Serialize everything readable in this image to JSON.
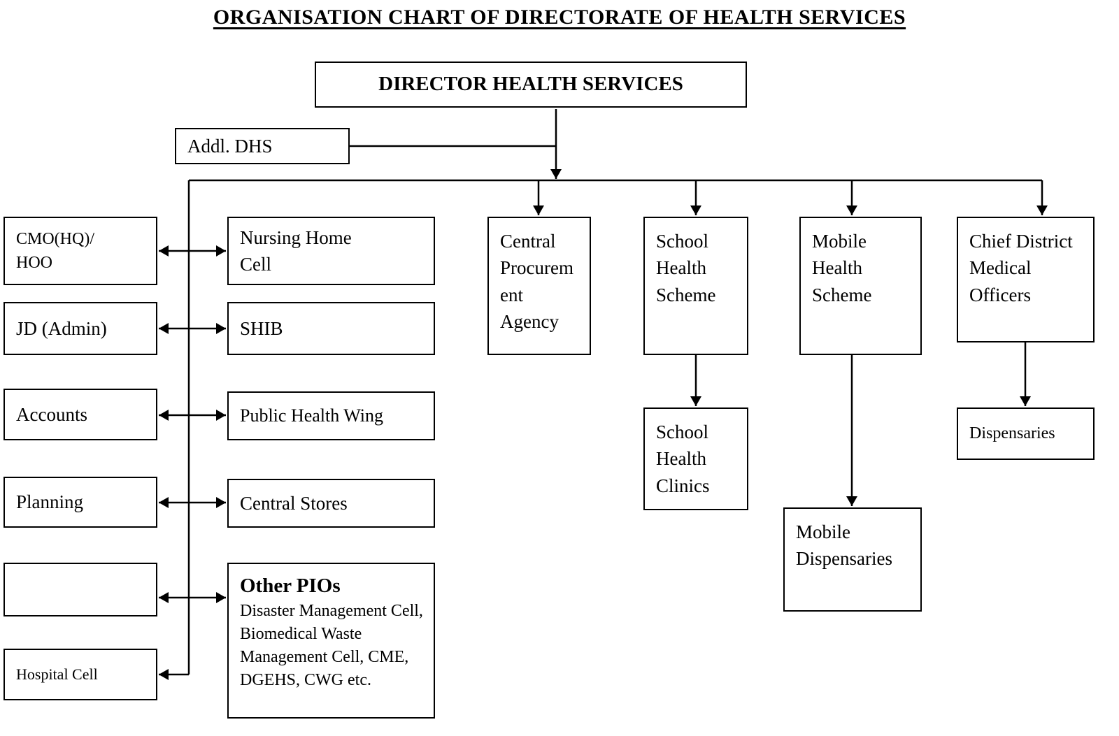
{
  "title": "ORGANISATION CHART OF DIRECTORATE OF HEALTH SERVICES",
  "director": {
    "label": "DIRECTOR HEALTH SERVICES"
  },
  "addl_dhs": {
    "label": "Addl. DHS"
  },
  "left_column": {
    "cmo_hoo": {
      "label": "CMO(HQ)/\nHOO"
    },
    "jd_admin": {
      "label": "JD (Admin)"
    },
    "accounts": {
      "label": "Accounts"
    },
    "planning": {
      "label": "Planning"
    },
    "unlabeled": {
      "label": ""
    },
    "hospital_cell": {
      "label": "Hospital  Cell"
    }
  },
  "middle_column": {
    "nursing_home_cell": {
      "label": "Nursing Home\nCell"
    },
    "shib": {
      "label": "SHIB"
    },
    "public_health_wing": {
      "label": "Public Health Wing"
    },
    "central_stores": {
      "label": "Central Stores"
    },
    "other_pios": {
      "heading": "Other PIOs",
      "body": "Disaster Management Cell, Biomedical Waste Management Cell, CME, DGEHS, CWG etc."
    }
  },
  "right_branches": {
    "central_procurement_agency": {
      "label": "Central Procurement Agency"
    },
    "school_health_scheme": {
      "label": "School Health Scheme"
    },
    "mobile_health_scheme": {
      "label": "Mobile Health Scheme"
    },
    "chief_district_medical_officers": {
      "label": "Chief District Medical Officers"
    },
    "school_health_clinics": {
      "label": "School Health Clinics"
    },
    "mobile_dispensaries": {
      "label": "Mobile Dispensaries"
    },
    "dispensaries": {
      "label": "Dispensaries"
    }
  },
  "colors": {
    "line": "#000000",
    "border": "#000000",
    "background": "#ffffff",
    "text": "#000000"
  }
}
